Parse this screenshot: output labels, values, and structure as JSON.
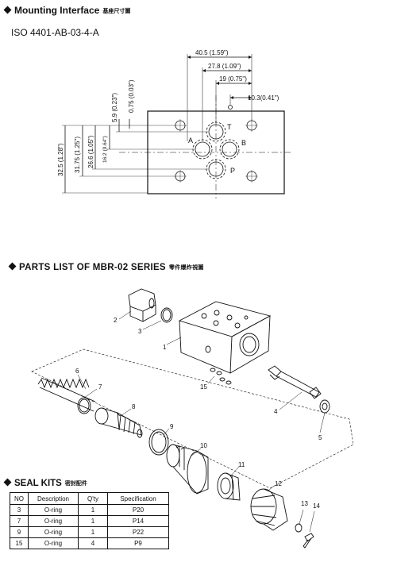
{
  "mounting": {
    "title": "Mounting Interface",
    "title_cn": "基座尺寸圖",
    "standard": "ISO 4401-AB-03-4-A",
    "dims": {
      "h405": "40.5 (1.59\")",
      "h278": "27.8 (1.09\")",
      "h19": "19 (0.75\")",
      "h103": "10.3(0.41\")",
      "v59": "5.9 (0.23\")",
      "v075": "0.75 (0.03\")",
      "v162": "16.2 (0.64\")",
      "v266": "26.6 (1.05\")",
      "v3175": "31.75 (1.25\")",
      "v325": "32.5 (1.28\")"
    },
    "ports": {
      "t": "T",
      "a": "A",
      "b": "B",
      "p": "P"
    }
  },
  "parts": {
    "title": "PARTS LIST  OF MBR-02 SERIES",
    "title_cn": "零件爆炸視圖",
    "callouts": [
      "1",
      "2",
      "3",
      "4",
      "5",
      "6",
      "7",
      "8",
      "9",
      "10",
      "11",
      "12",
      "13",
      "14",
      "15"
    ]
  },
  "seal": {
    "title": "SEAL  KITS",
    "title_cn": "密封配件",
    "headers": [
      "NO",
      "Description",
      "Q'ty",
      "Specification"
    ],
    "rows": [
      [
        "3",
        "O-ring",
        "1",
        "P20"
      ],
      [
        "7",
        "O-ring",
        "1",
        "P14"
      ],
      [
        "9",
        "O-ring",
        "1",
        "P22"
      ],
      [
        "15",
        "O-ring",
        "4",
        "P9"
      ]
    ]
  }
}
